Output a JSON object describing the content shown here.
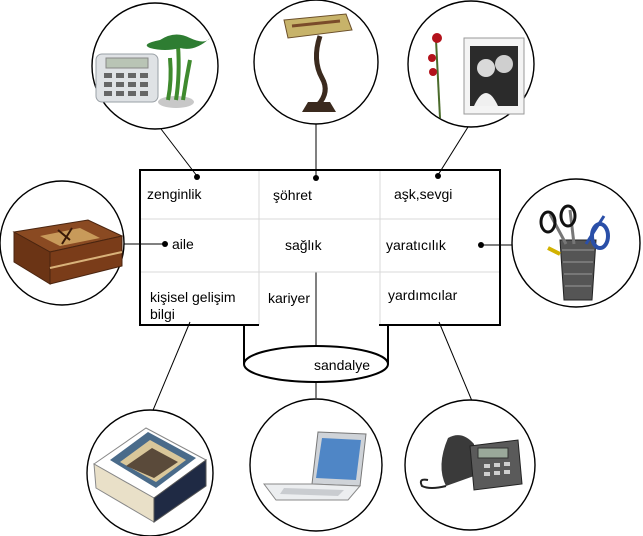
{
  "grid": {
    "cells": [
      {
        "id": "wealth",
        "label": "zenginlik"
      },
      {
        "id": "fame",
        "label": "şöhret"
      },
      {
        "id": "love",
        "label": "aşk,sevgi"
      },
      {
        "id": "family",
        "label": "aile"
      },
      {
        "id": "health",
        "label": "sağlık"
      },
      {
        "id": "creativity",
        "label": "yaratıcılık"
      },
      {
        "id": "knowledge",
        "label_line1": "kişisel gelişim",
        "label_line2": "bilgi"
      },
      {
        "id": "career",
        "label": "kariyer"
      },
      {
        "id": "helpers",
        "label": "yardımcılar"
      }
    ]
  },
  "chair": {
    "label": "sandalye"
  },
  "pictures": [
    "calculator-bamboo-picture",
    "banker-lamp-picture",
    "couple-photo-rose-picture",
    "wooden-box-picture",
    "scissors-pen-cup-picture",
    "books-picture",
    "laptop-picture",
    "desk-phone-picture"
  ]
}
